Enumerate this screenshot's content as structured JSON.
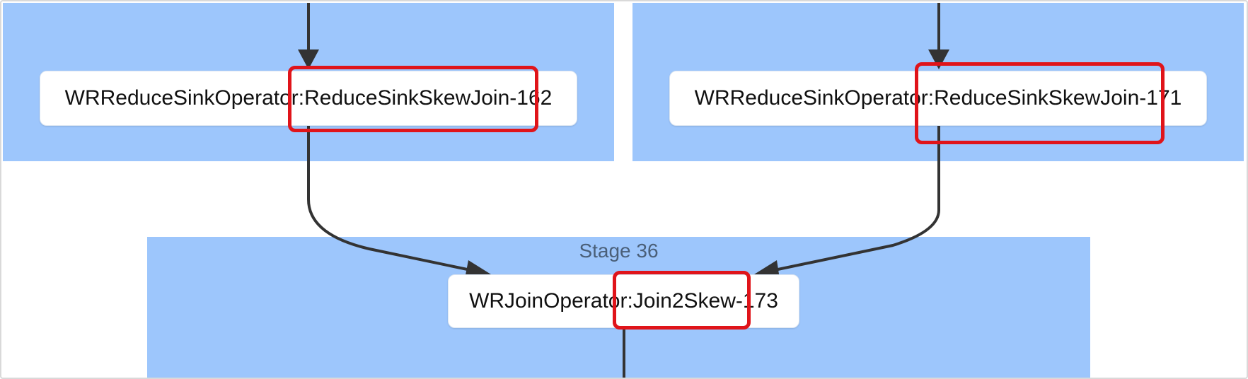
{
  "stages": {
    "bottom": {
      "title": "Stage 36"
    }
  },
  "nodes": {
    "left": {
      "label": "WRReduceSinkOperator:ReduceSinkSkewJoin-162"
    },
    "right": {
      "label": "WRReduceSinkOperator:ReduceSinkSkewJoin-171"
    },
    "bottom": {
      "label": "WRJoinOperator:Join2Skew-173"
    }
  },
  "colors": {
    "stage_fill": "#9dc6fc",
    "node_fill": "#ffffff",
    "edge": "#333333",
    "highlight": "#e0141a"
  }
}
